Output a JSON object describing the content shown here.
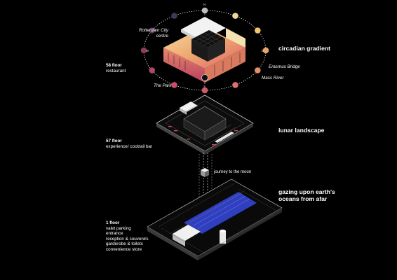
{
  "top_level": {
    "location_rotterdam": "Rotterdam City\ncentre",
    "location_erasmus": "Erasmus Bridge",
    "location_maas": "Mass River",
    "location_park": "The Park",
    "floor_number": "58 floor",
    "floor_use": "restaurant",
    "concept": "circadian gradient",
    "compass": [
      "N",
      "E",
      "S",
      "W"
    ]
  },
  "middle_level": {
    "floor_number": "57 floor",
    "floor_use": "experience/ cocktail bar",
    "concept": "lunar landscape"
  },
  "connector": {
    "label": "journey to the moon"
  },
  "ground_level": {
    "concept_line1": "gazing  upon earth's",
    "concept_line2": "oceans from afar",
    "floor_number": "1 floor",
    "uses": [
      "valet parking",
      "entrance",
      "reception & souvenirs",
      "garderobe & toilets",
      "convenience store"
    ]
  },
  "colors": {
    "background": "#000000",
    "sun_ring": [
      "#f2d6a0",
      "#f0c56b",
      "#eaa46a",
      "#e88e6a",
      "#e06f70",
      "#d45a6a",
      "#c94d6c",
      "#b24568",
      "#8a3c5c",
      "#5a3a59",
      "#3e3a57",
      "#bdbdbd"
    ],
    "ocean_blue": "#2f3fbf",
    "gradient_top": "#f0d488",
    "gradient_bottom": "#e15a6a"
  }
}
